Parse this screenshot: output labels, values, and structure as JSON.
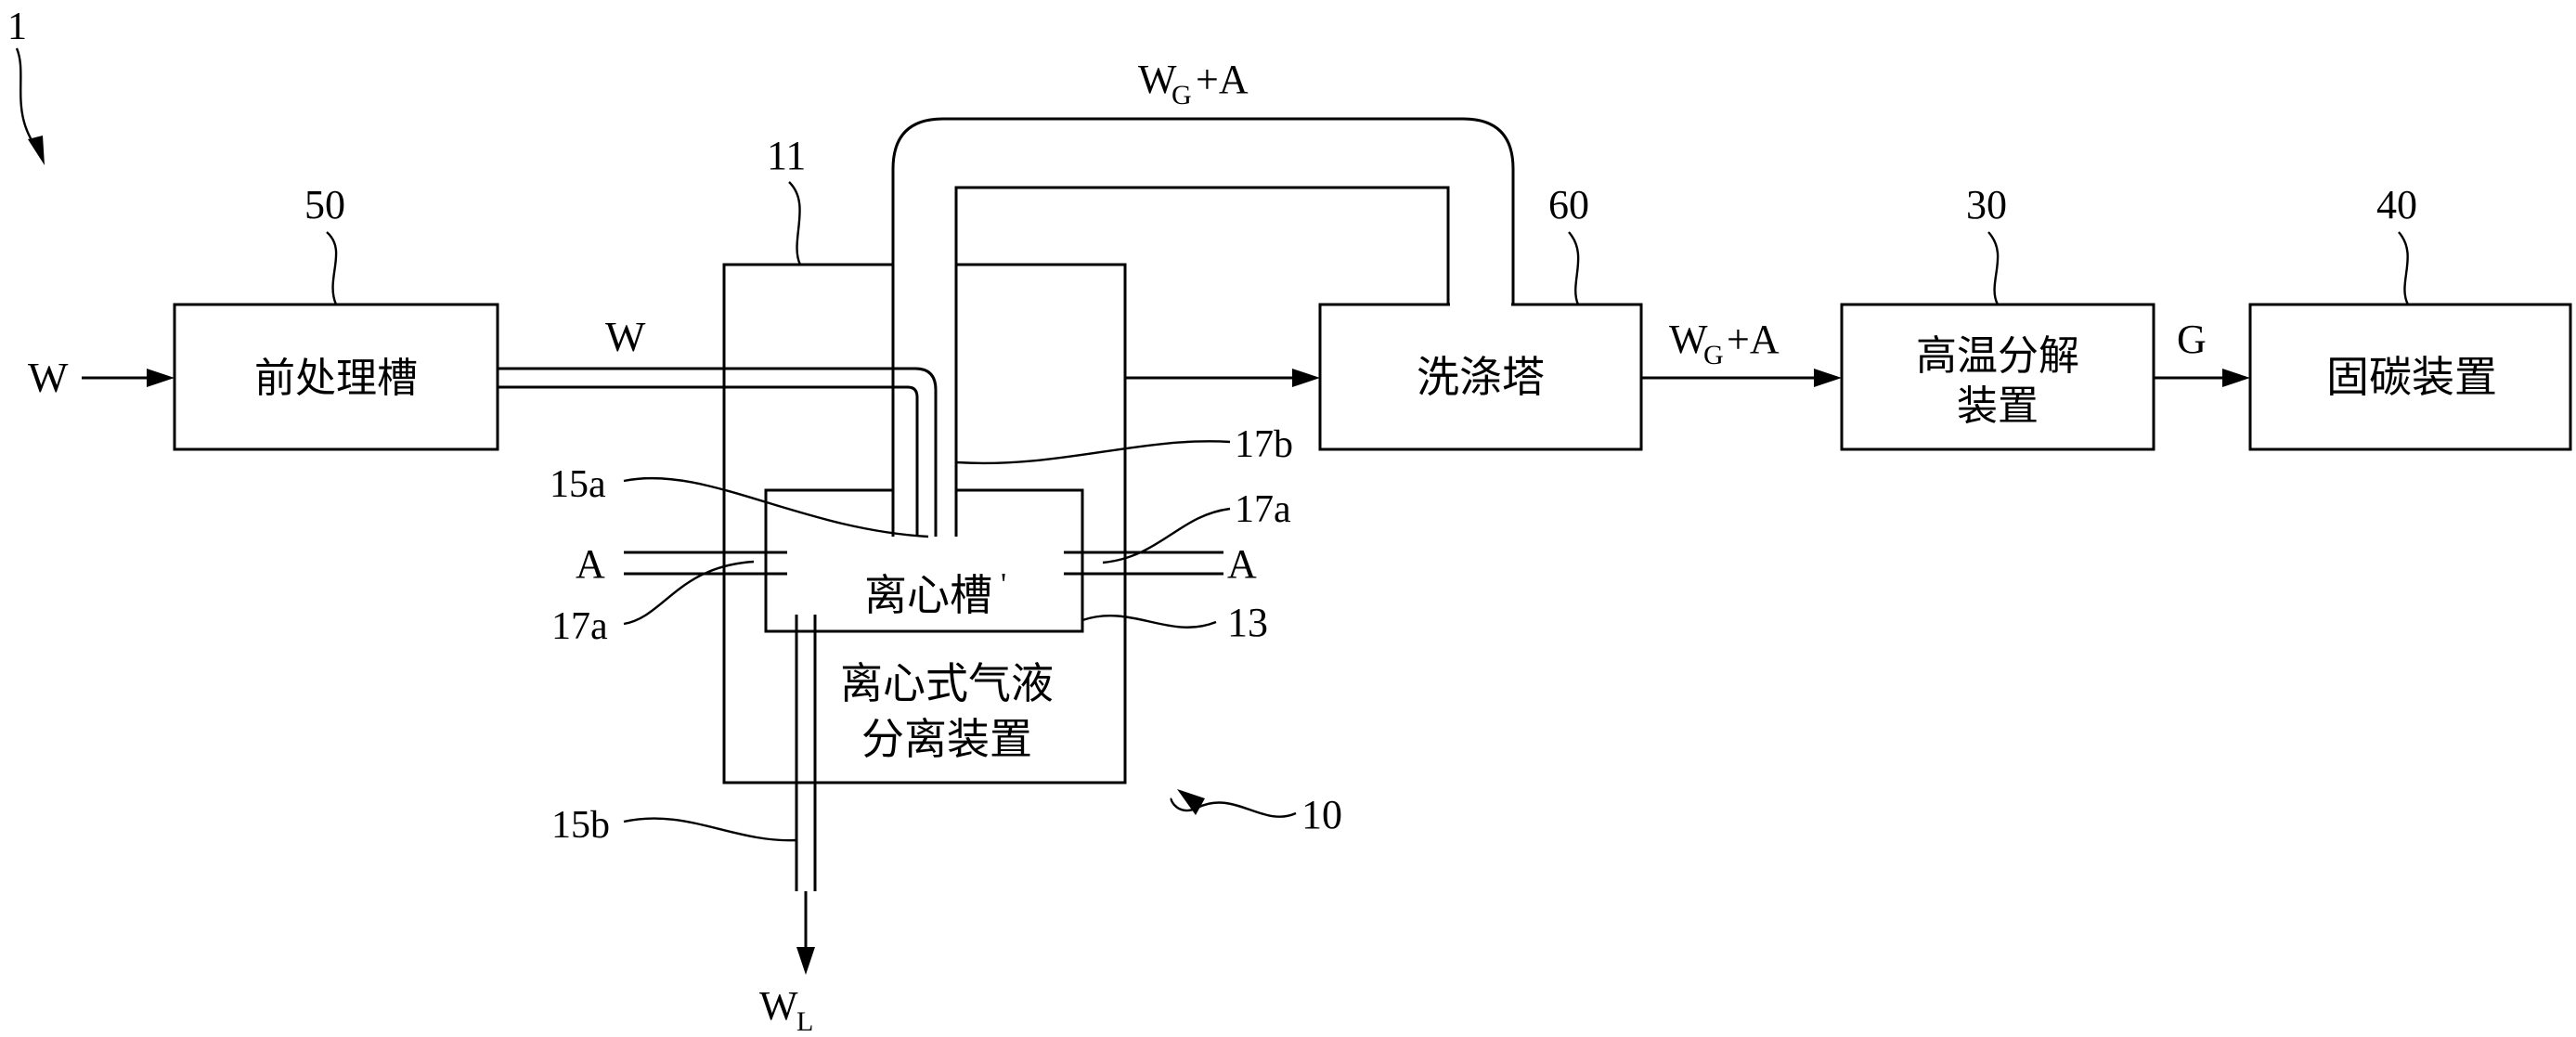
{
  "refs": {
    "system": "1",
    "pretreatment": "50",
    "separator_housing": "11",
    "scrubber": "60",
    "pyrolysis": "30",
    "carbon_fixing": "40",
    "outlet_pipe": "17b",
    "inlet_pipe": "15a",
    "air_pipe_right": "17a",
    "air_pipe_left": "17a",
    "tank": "13",
    "drain_pipe": "15b",
    "separator": "10"
  },
  "boxes": {
    "pretreatment": "前处理槽",
    "scrubber": "洗涤塔",
    "pyrolysis_line1": "高温分解",
    "pyrolysis_line2": "装置",
    "carbon_fixing": "固碳装置",
    "tank": "离心槽",
    "separator_line1": "离心式气液",
    "separator_line2": "分离装置"
  },
  "flows": {
    "input_w": "W",
    "pipe_w": "W",
    "top_main": "W",
    "top_sub": "G",
    "top_suffix": "+A",
    "mid_main": "W",
    "mid_sub": "G",
    "mid_suffix": "+A",
    "g": "G",
    "air_left": "A",
    "air_right": "A",
    "out_main": "W",
    "out_sub": "L"
  }
}
